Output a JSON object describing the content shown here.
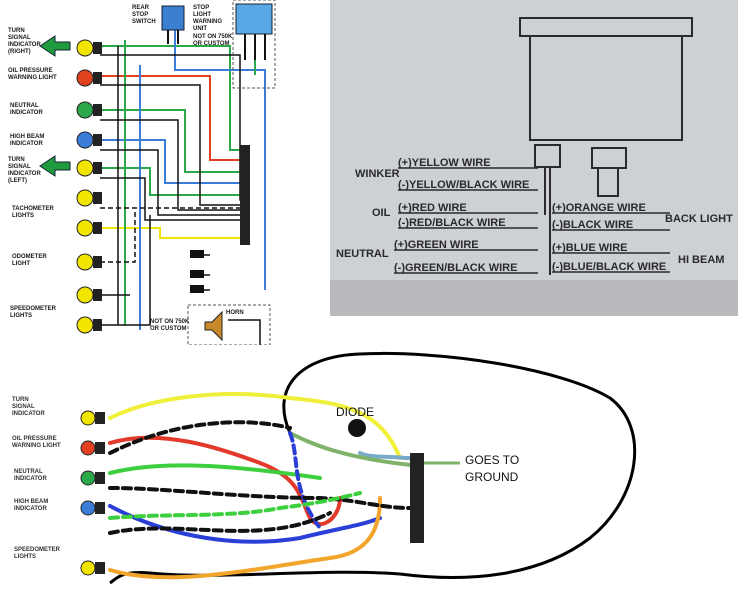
{
  "schematic": {
    "labels": {
      "turn_right": [
        "TURN",
        "SIGNAL",
        "INDICATOR",
        "(RIGHT)"
      ],
      "oil": [
        "OIL PRESSURE",
        "WARNING LIGHT"
      ],
      "neutral": [
        "NEUTRAL",
        "INDICATOR"
      ],
      "high_beam": [
        "HIGH BEAM",
        "INDICATOR"
      ],
      "turn_left": [
        "TURN",
        "SIGNAL",
        "INDICATOR",
        "(LEFT)"
      ],
      "tach": [
        "TACHOMETER",
        "LIGHTS"
      ],
      "odo": [
        "ODOMETER",
        "LIGHT"
      ],
      "speedo": [
        "SPEEDOMETER",
        "LIGHTS"
      ],
      "rear_stop": [
        "REAR",
        "STOP",
        "SWITCH"
      ],
      "stop_warning": [
        "STOP",
        "LIGHT",
        "WARNING",
        "UNIT"
      ],
      "not_on_top": [
        "NOT ON 750K",
        "OR CUSTOM"
      ],
      "not_on_bottom": [
        "NOT ON 750K",
        "OR CUSTOM"
      ],
      "horn": "HORN"
    },
    "colors": {
      "green_arrow": "#1f9a3c",
      "yellow": "#f2e500",
      "red": "#e0421f",
      "green": "#2aa84a",
      "blue": "#3b7dd8",
      "horn": "#c9892b",
      "switch": "#3c7fd0",
      "unit": "#5aa7e6"
    }
  },
  "photo": {
    "winker": "WINKER",
    "oil": "OIL",
    "neutral": "NEUTRAL",
    "yellow_wire": "(+)YELLOW WIRE",
    "yellow_black_wire": "(-)YELLOW/BLACK WIRE",
    "red_wire": "(+)RED WIRE",
    "red_black_wire": "(-)RED/BLACK WIRE",
    "green_wire": "(+)GREEN WIRE",
    "green_black_wire": "(-)GREEN/BLACK WIRE",
    "orange_wire": "(+)ORANGE WIRE",
    "black_wire": "(-)BLACK WIRE",
    "blue_wire": "(+)BLUE WIRE",
    "blue_black_wire": "(-)BLUE/BLACK WIRE",
    "back_light": "BACK LIGHT",
    "hi_beam": "HI BEAM"
  },
  "sketch": {
    "turn": [
      "TURN",
      "SIGNAL",
      "INDICATOR"
    ],
    "oil": [
      "OIL PRESSURE",
      "WARNING LIGHT"
    ],
    "neutral": [
      "NEUTRAL",
      "INDICATOR"
    ],
    "high_beam": [
      "HIGH BEAM",
      "INDICATOR"
    ],
    "speedo": [
      "SPEEDOMETER",
      "LIGHTS"
    ],
    "diode": "DIODE",
    "ground": [
      "GOES TO",
      "GROUND"
    ]
  }
}
